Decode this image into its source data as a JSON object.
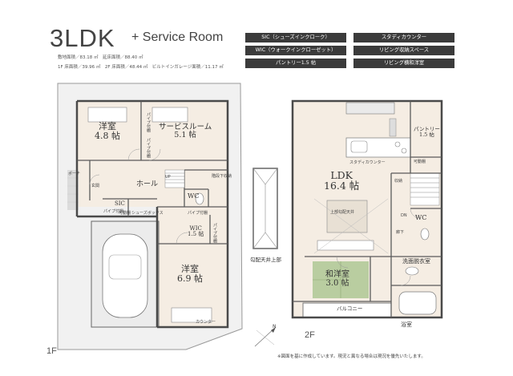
{
  "header": {
    "layout": "3LDK",
    "plus": "+ Service Room",
    "spec_line1": "敷地面積／83.18 ㎡　延床面積／88.40 ㎡",
    "spec_line2": "1F 床面積／39.96 ㎡　2F 床面積／48.44 ㎡　ビルトインガレージ面積／11.17 ㎡"
  },
  "tags": [
    "SIC（シューズインクローク）",
    "スタディカウンター",
    "WIC（ウォークインクローゼット）",
    "リビング収納スペース",
    "パントリー1.5 帖",
    "リビング横和洋室"
  ],
  "floor1": {
    "label": "1F",
    "rooms": {
      "western1_name": "洋室",
      "western1_size": "4.8 帖",
      "service_name": "サービスルーム",
      "service_size": "5.1 帖",
      "hall": "ホール",
      "wc": "WC",
      "sic": "SIC",
      "wic_name": "WIC",
      "wic_size": "1.5 帖",
      "western2_name": "洋室",
      "western2_size": "6.9 帖"
    },
    "small_labels": {
      "porch": "ポーチ",
      "entrance": "玄関",
      "pipe1": "パイプ付棚",
      "pipe2": "パイプ付棚",
      "pipe3": "パイプ付棚",
      "pipe4": "パイプ付棚",
      "pipe5": "パイプ付棚",
      "under_stairs": "階段下収納",
      "shoe_box": "シューズボックス",
      "movable_shelf": "可動棚",
      "counter": "カウンター",
      "up": "UP"
    }
  },
  "floor2": {
    "label": "2F",
    "rooms": {
      "ldk_name": "LDK",
      "ldk_size": "16.4 帖",
      "japanese_name": "和洋室",
      "japanese_size": "3.0 帖",
      "wc": "WC",
      "pantry_name": "パントリー",
      "pantry_size": "1.5 帖",
      "washroom": "洗面脱衣室",
      "bath": "浴室",
      "balcony": "バルコニー"
    },
    "small_labels": {
      "study_counter": "スタディカウンター",
      "ceiling": "上部勾配天井",
      "storage": "収納",
      "movable_shelf": "可動棚",
      "dn": "DN",
      "corridor": "廊下"
    }
  },
  "captions": {
    "slope_ceiling": "勾配天井上部",
    "note": "※図面を基に作成しています。現況と異なる場合は現況を優先いたします。"
  },
  "compass": {
    "north": "N"
  }
}
